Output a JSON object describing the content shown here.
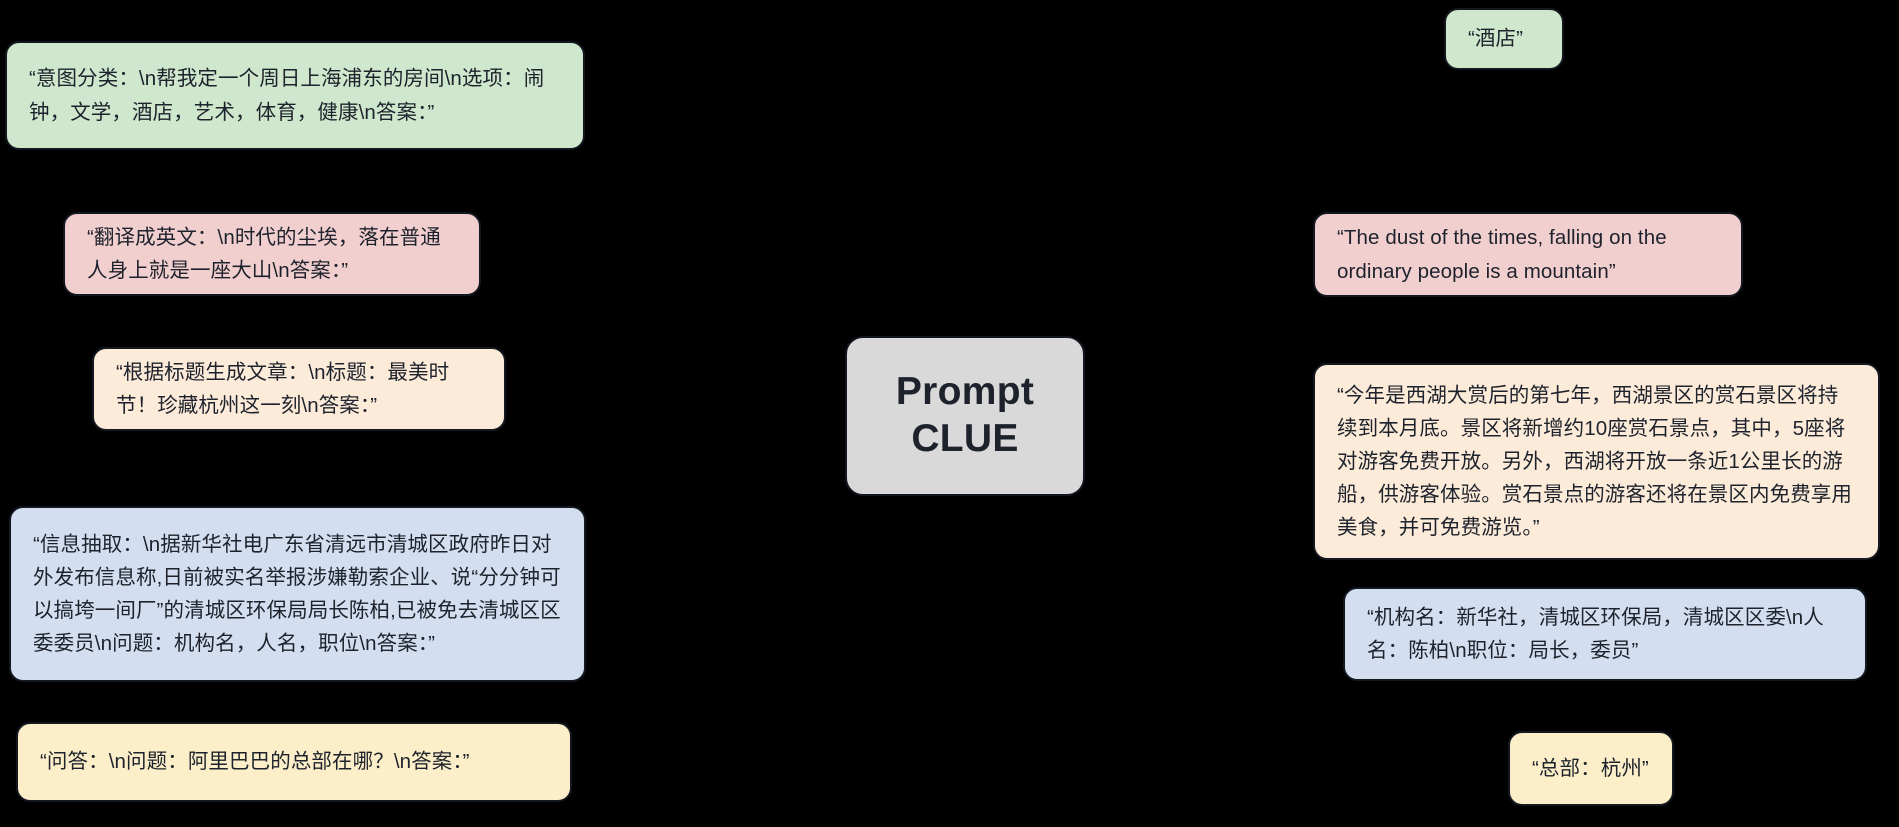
{
  "diagram": {
    "title": "PromptCLUE task examples flow diagram",
    "background_color": "#000000",
    "center_node": {
      "label": "Prompt\nCLUE",
      "color": "#d9d9d9"
    },
    "inputs": [
      {
        "id": "intent-classification",
        "color": "#cfe8cd",
        "text": "“意图分类：\\n帮我定一个周日上海浦东的房间\\n选项：闹钟，文学，酒店，艺术，体育，健康\\n答案：”"
      },
      {
        "id": "translation",
        "color": "#f2cfcf",
        "text": "“翻译成英文：\\n时代的尘埃，落在普通人身上就是一座大山\\n答案：”"
      },
      {
        "id": "article-generation",
        "color": "#fcebd9",
        "text": "“根据标题生成文章：\\n标题：最美时节！珍藏杭州这一刻\\n答案：”"
      },
      {
        "id": "information-extraction",
        "color": "#d3dff0",
        "text": "“信息抽取：\\n据新华社电广东省清远市清城区政府昨日对外发布信息称,日前被实名举报涉嫌勒索企业、说“分分钟可以搞垮一间厂”的清城区环保局局长陈柏,已被免去清城区区委委员\\n问题：机构名，人名，职位\\n答案：”"
      },
      {
        "id": "question-answering",
        "color": "#fbeec8",
        "text": "“问答：\\n问题：阿里巴巴的总部在哪？\\n答案：”"
      }
    ],
    "outputs": [
      {
        "id": "intent-classification-answer",
        "color": "#cfe8cd",
        "text": "“酒店”"
      },
      {
        "id": "translation-answer",
        "color": "#f2cfcf",
        "text": "“The dust of the times, falling on the ordinary people is a mountain”"
      },
      {
        "id": "article-generation-answer",
        "color": "#fcebd9",
        "text": "“今年是西湖大赏后的第七年，西湖景区的赏石景区将持续到本月底。景区将新增约10座赏石景点，其中，5座将对游客免费开放。另外，西湖将开放一条近1公里长的游船，供游客体验。赏石景点的游客还将在景区内免费享用美食，并可免费游览。”"
      },
      {
        "id": "information-extraction-answer",
        "color": "#d3dff0",
        "text": "“机构名：新华社，清城区环保局，清城区区委\\n人名：陈柏\\n职位：局长，委员”"
      },
      {
        "id": "question-answering-answer",
        "color": "#fbeec8",
        "text": "“总部：杭州”"
      }
    ]
  }
}
